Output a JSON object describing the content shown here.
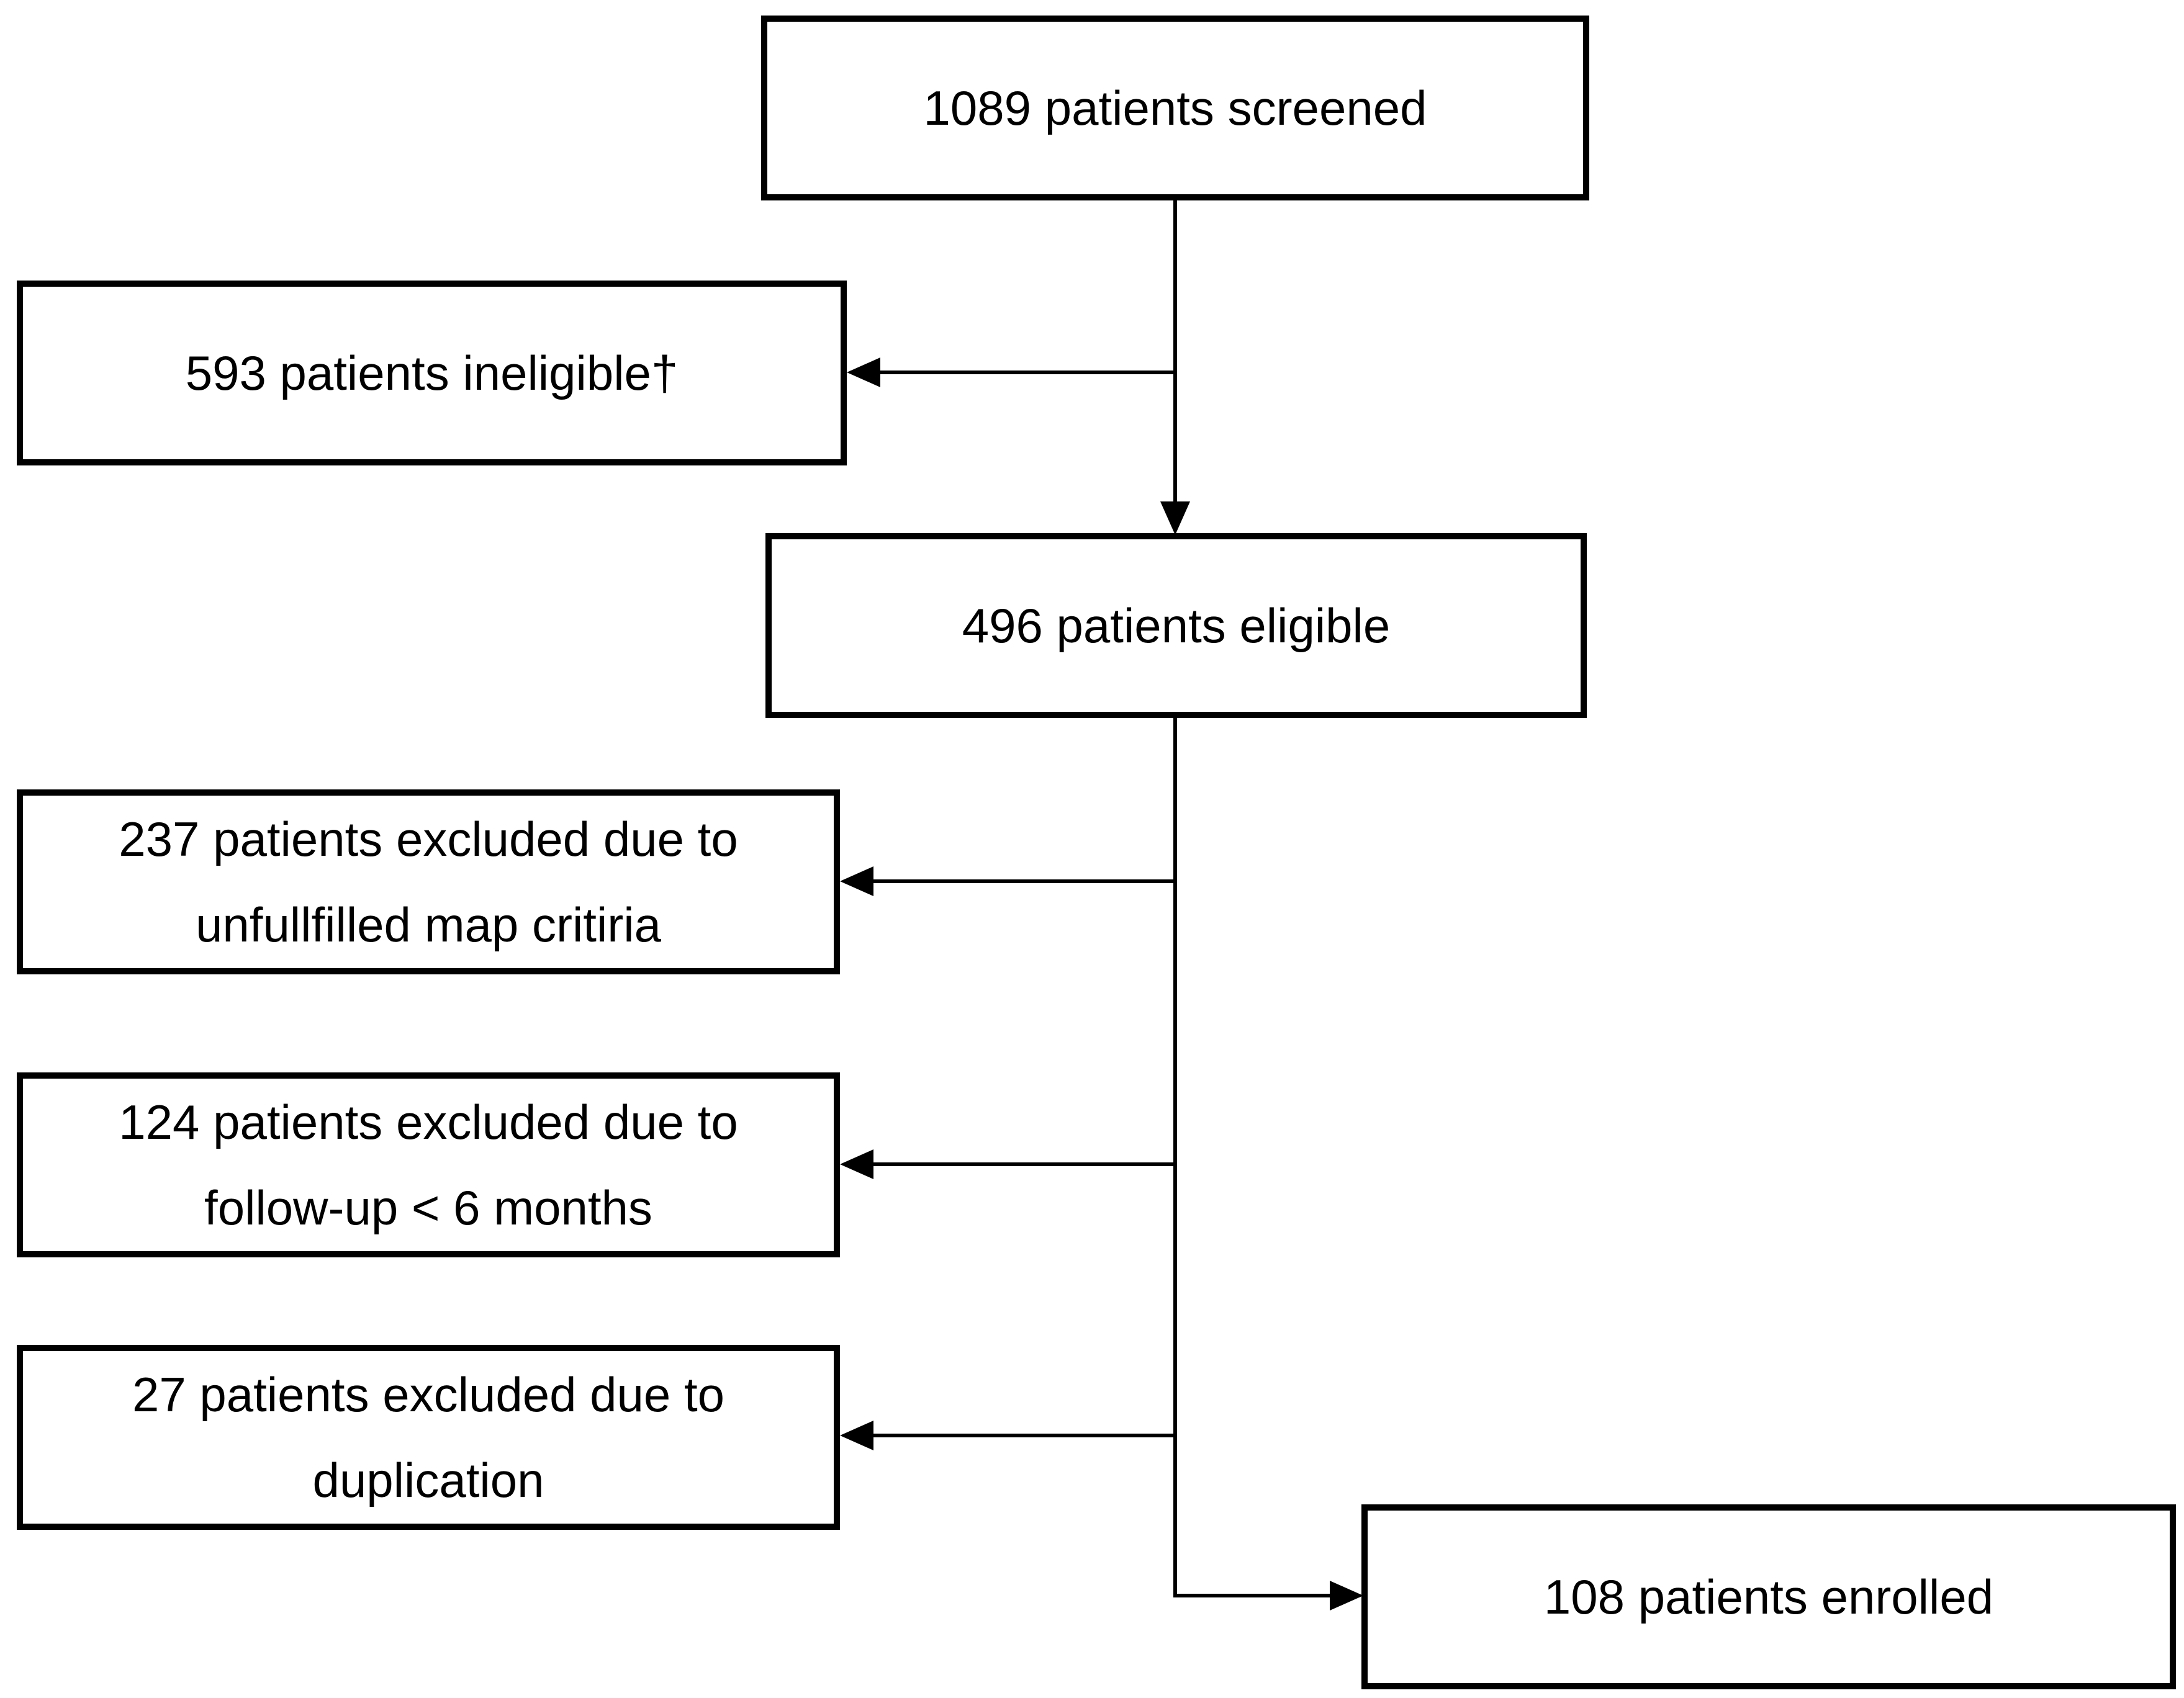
{
  "flowchart": {
    "screened": {
      "lines": [
        "1089 patients screened"
      ]
    },
    "ineligible": {
      "lines": [
        "593 patients ineligible†"
      ]
    },
    "eligible": {
      "lines": [
        "496 patients eligible"
      ]
    },
    "excluded_map": {
      "lines": [
        "237 patients excluded due to",
        "unfullfilled map critiria"
      ]
    },
    "excluded_followup": {
      "lines": [
        "124 patients excluded due to",
        "follow-up < 6 months"
      ]
    },
    "excluded_duplication": {
      "lines": [
        "27 patients excluded due to",
        "duplication"
      ]
    },
    "enrolled": {
      "lines": [
        "108 patients enrolled"
      ]
    }
  },
  "colors": {
    "line": "#000000",
    "box_border": "#000000",
    "background": "#ffffff"
  }
}
